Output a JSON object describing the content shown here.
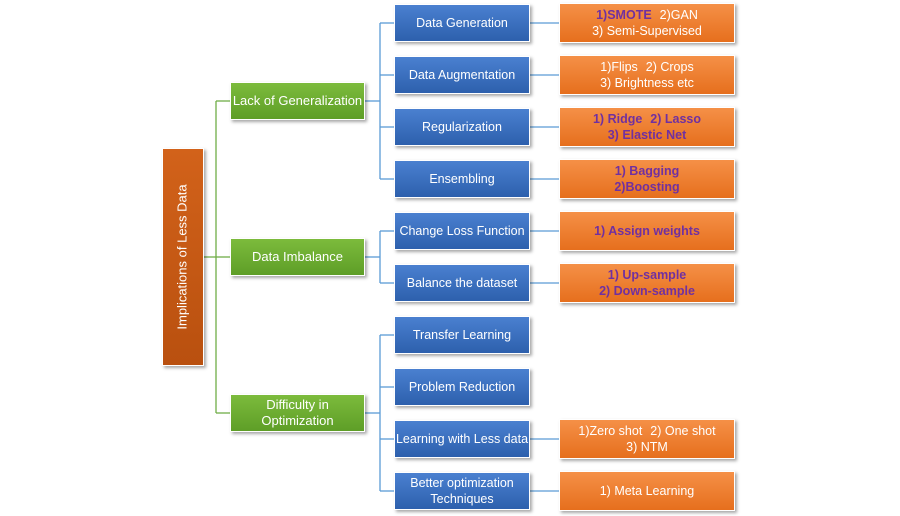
{
  "root": {
    "label": "Implications of Less Data"
  },
  "categories": [
    {
      "label": "Lack of Generalization",
      "techniques": [
        {
          "label": "Data Generation",
          "details": [
            {
              "parts": [
                {
                  "text": "1)SMOTE",
                  "bold": true
                },
                {
                  "text": "2)GAN",
                  "bold": false
                }
              ]
            },
            {
              "parts": [
                {
                  "text": "3) Semi-Supervised",
                  "bold": false
                }
              ]
            }
          ]
        },
        {
          "label": "Data Augmentation",
          "details": [
            {
              "parts": [
                {
                  "text": "1)Flips",
                  "bold": false
                },
                {
                  "text": "2) Crops",
                  "bold": false
                }
              ]
            },
            {
              "parts": [
                {
                  "text": "3) Brightness etc",
                  "bold": false
                }
              ]
            }
          ]
        },
        {
          "label": "Regularization",
          "details": [
            {
              "parts": [
                {
                  "text": "1) Ridge",
                  "bold": true
                },
                {
                  "text": "2) Lasso",
                  "bold": true
                }
              ]
            },
            {
              "parts": [
                {
                  "text": "3) Elastic Net",
                  "bold": true
                }
              ]
            }
          ]
        },
        {
          "label": "Ensembling",
          "details": [
            {
              "parts": [
                {
                  "text": "1) Bagging",
                  "bold": true
                }
              ]
            },
            {
              "parts": [
                {
                  "text": "2)Boosting",
                  "bold": true
                }
              ]
            }
          ]
        }
      ]
    },
    {
      "label": "Data Imbalance",
      "techniques": [
        {
          "label": "Change Loss Function",
          "details": [
            {
              "parts": [
                {
                  "text": "1) Assign weights",
                  "bold": true
                }
              ]
            }
          ]
        },
        {
          "label": "Balance the dataset",
          "details": [
            {
              "parts": [
                {
                  "text": "1) Up-sample",
                  "bold": true
                }
              ]
            },
            {
              "parts": [
                {
                  "text": "2) Down-sample",
                  "bold": true
                }
              ]
            }
          ]
        }
      ]
    },
    {
      "label": "Difficulty in Optimization",
      "techniques": [
        {
          "label": "Transfer Learning",
          "details": []
        },
        {
          "label": "Problem Reduction",
          "details": []
        },
        {
          "label": "Learning with Less data",
          "details": [
            {
              "parts": [
                {
                  "text": "1)Zero shot",
                  "bold": false
                },
                {
                  "text": "2) One shot",
                  "bold": false
                }
              ]
            },
            {
              "parts": [
                {
                  "text": "3) NTM",
                  "bold": false
                }
              ]
            }
          ]
        },
        {
          "label": "Better optimization Techniques",
          "details": [
            {
              "parts": [
                {
                  "text": "1) Meta Learning",
                  "bold": false
                }
              ]
            }
          ]
        }
      ]
    }
  ],
  "colors": {
    "root_fill": "#c65911",
    "category_fill": "#70ad47",
    "technique_fill": "#4472c4",
    "detail_fill": "#ed7d31",
    "bold_text": "#7030a0",
    "connector": "#5b9bd5",
    "root_connector": "#70ad47"
  }
}
